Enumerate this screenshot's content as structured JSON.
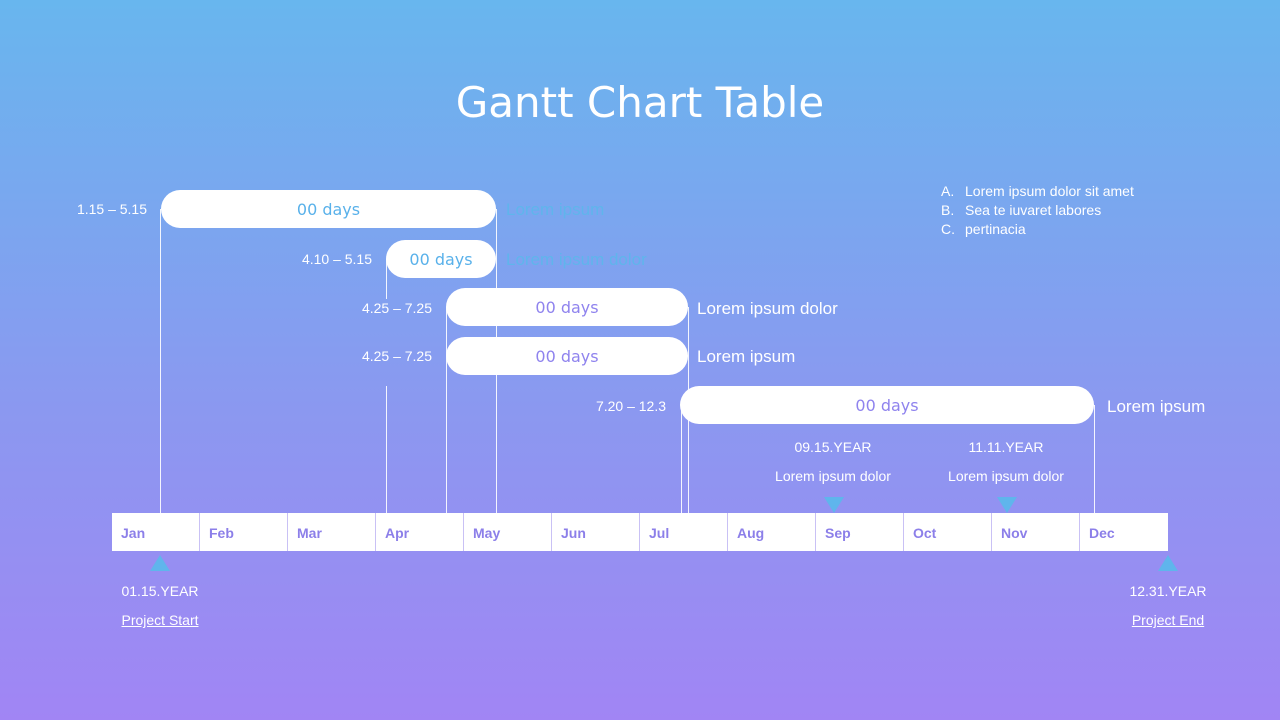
{
  "title": "Gantt Chart Table",
  "notes": [
    {
      "letter": "A.",
      "text": "Lorem ipsum dolor sit amet"
    },
    {
      "letter": "B.",
      "text": "Sea te iuvaret labores"
    },
    {
      "letter": "C.",
      "text": "pertinacia"
    }
  ],
  "tasks": [
    {
      "range": "1.15 – 5.15",
      "duration": "00 days",
      "label": "Lorem ipsum"
    },
    {
      "range": "4.10 – 5.15",
      "duration": "00 days",
      "label": "Lorem ipsum dolor"
    },
    {
      "range": "4.25 – 7.25",
      "duration": "00 days",
      "label": "Lorem ipsum dolor"
    },
    {
      "range": "4.25 – 7.25",
      "duration": "00 days",
      "label": "Lorem ipsum"
    },
    {
      "range": "7.20 – 12.3",
      "duration": "00 days",
      "label": "Lorem ipsum"
    }
  ],
  "months": [
    "Jan",
    "Feb",
    "Mar",
    "Apr",
    "May",
    "Jun",
    "Jul",
    "Aug",
    "Sep",
    "Oct",
    "Nov",
    "Dec"
  ],
  "milestones": [
    {
      "date": "09.15.YEAR",
      "label": "Lorem ipsum dolor"
    },
    {
      "date": "11.11.YEAR",
      "label": "Lorem ipsum dolor"
    }
  ],
  "project_start": {
    "date": "01.15.YEAR",
    "label": "Project Start"
  },
  "project_end": {
    "date": "12.31.YEAR",
    "label": "Project End"
  },
  "colors": {
    "accent_blue": "#5fb5ec",
    "accent_purple": "#8f83ee"
  }
}
